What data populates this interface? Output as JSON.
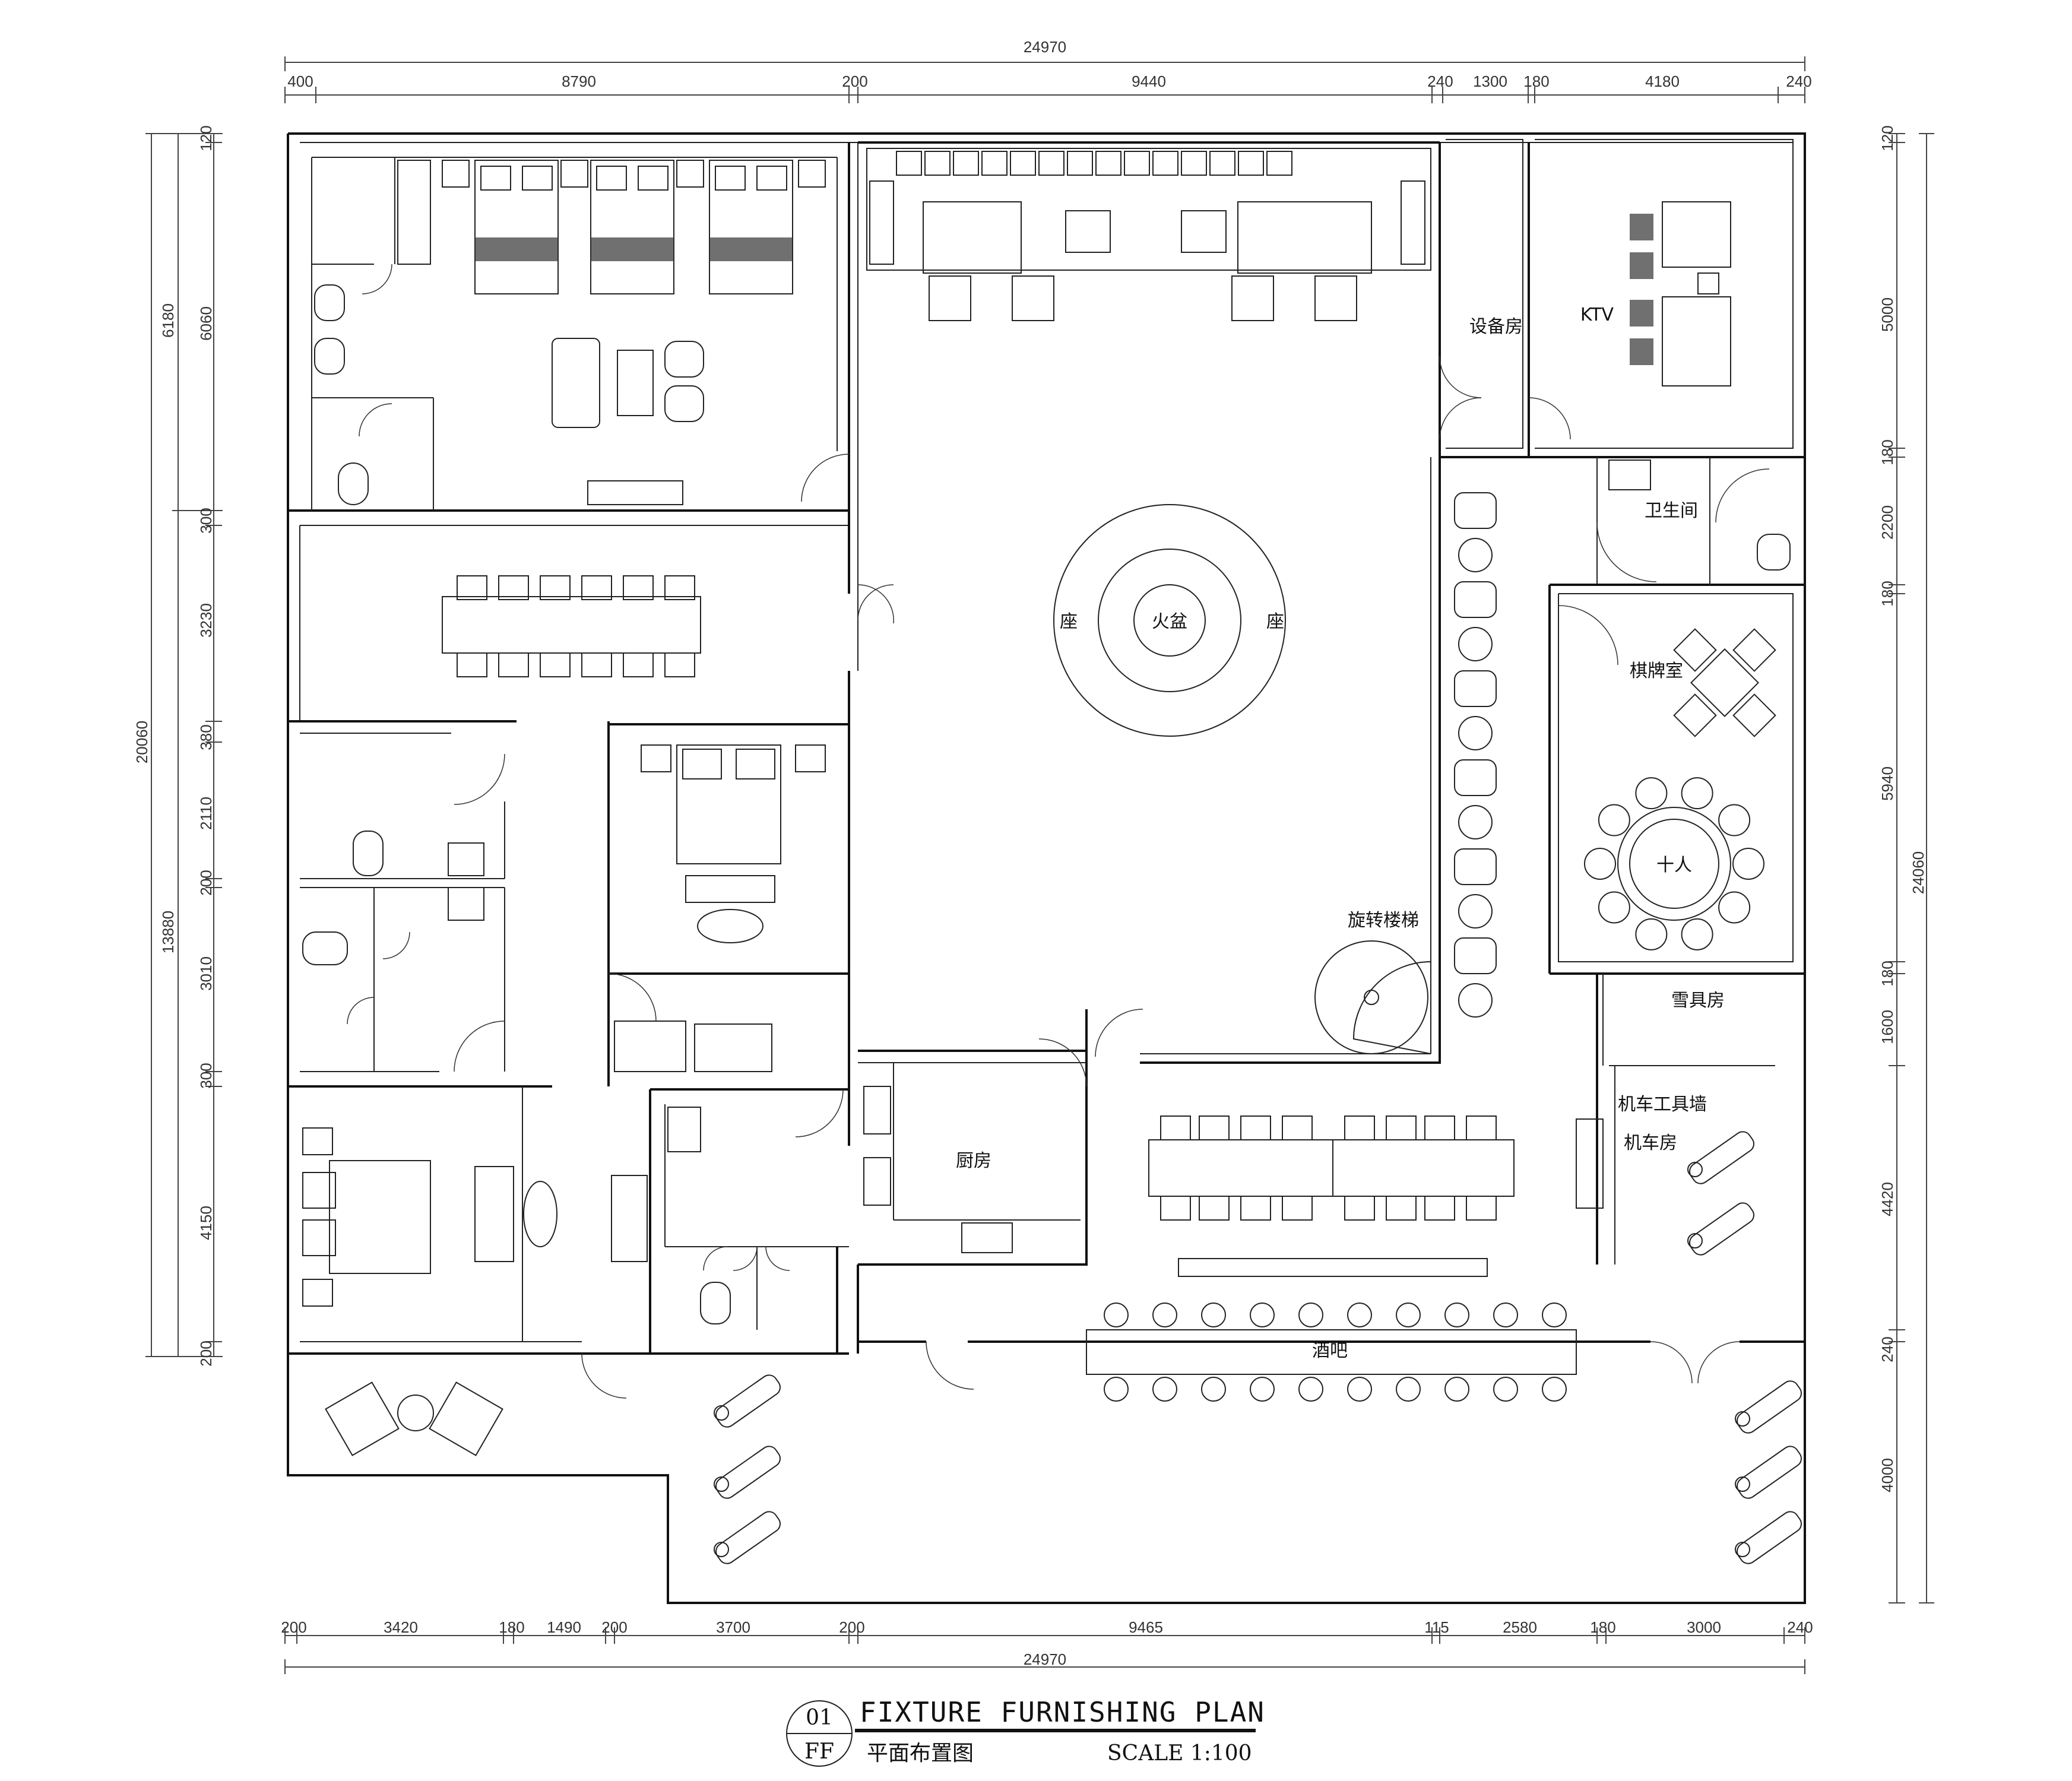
{
  "dimensions": {
    "top_total": "24970",
    "top_segments": [
      "400",
      "8790",
      "200",
      "9440",
      "240",
      "1300",
      "180",
      "4180",
      "240"
    ],
    "bottom_total": "24970",
    "bottom_segments": [
      "200",
      "3420",
      "180",
      "1490",
      "200",
      "3700",
      "200",
      "9465",
      "115",
      "2580",
      "180",
      "3000",
      "240"
    ],
    "left_outer": [
      "6180",
      "20060",
      "13880"
    ],
    "left_inner": [
      "120",
      "6060",
      "300",
      "3230",
      "380",
      "2110",
      "200",
      "3010",
      "300",
      "4150",
      "200"
    ],
    "right_segments": [
      "120",
      "5000",
      "180",
      "2200",
      "180",
      "5940",
      "180",
      "1600",
      "4420",
      "240",
      "4000"
    ],
    "right_total": "24060"
  },
  "rooms": {
    "equipment": "设备房",
    "ktv": "KTV",
    "restroom": "卫生间",
    "chess": "棋牌室",
    "ten_people": "十人",
    "ski_gear": "雪具房",
    "tool_wall": "机车工具墙",
    "motor_room": "机车房",
    "kitchen": "厨房",
    "bar": "酒吧",
    "stairs": "旋转楼梯",
    "firepit": "火盆",
    "seat_left": "座",
    "seat_right": "座"
  },
  "title_block": {
    "number": "01",
    "code": "FF",
    "title": "FIXTURE FURNISHING PLAN",
    "subtitle": "平面布置图",
    "scale": "SCALE 1:100"
  },
  "colors": {
    "line": "#111111",
    "background": "#ffffff"
  }
}
